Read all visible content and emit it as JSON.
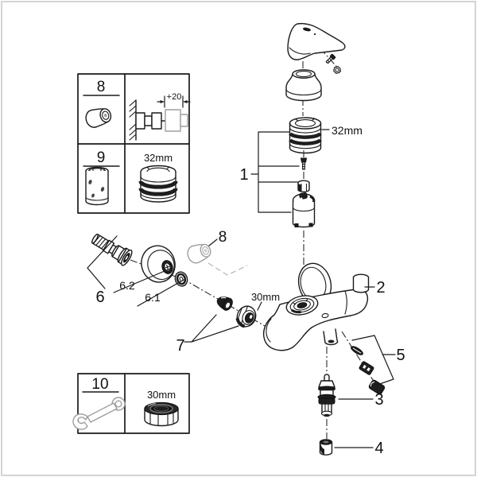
{
  "diagram": {
    "type": "exploded-parts-diagram",
    "subject": "Single-lever bath mixer faucet - exploded service parts view",
    "callouts": {
      "part1": "1",
      "part2": "2",
      "part3": "3",
      "part4": "4",
      "part5": "5",
      "part6": "6",
      "part6_1": "6.1",
      "part6_2": "6.2",
      "part7": "7",
      "part8": "8",
      "inset8": "8",
      "inset9": "9",
      "inset10": "10"
    },
    "dimensions": {
      "cartridge_ring": "32mm",
      "inset9_ring": "32mm",
      "union_nut": "30mm",
      "inset10_nut": "30mm",
      "extension_offset": "+20"
    },
    "colors": {
      "line": "#1a1a1a",
      "dark_fill": "#1e1e1e",
      "gray_part": "#9e9e9e",
      "frame": "#c6c6c6",
      "background": "#ffffff"
    }
  }
}
